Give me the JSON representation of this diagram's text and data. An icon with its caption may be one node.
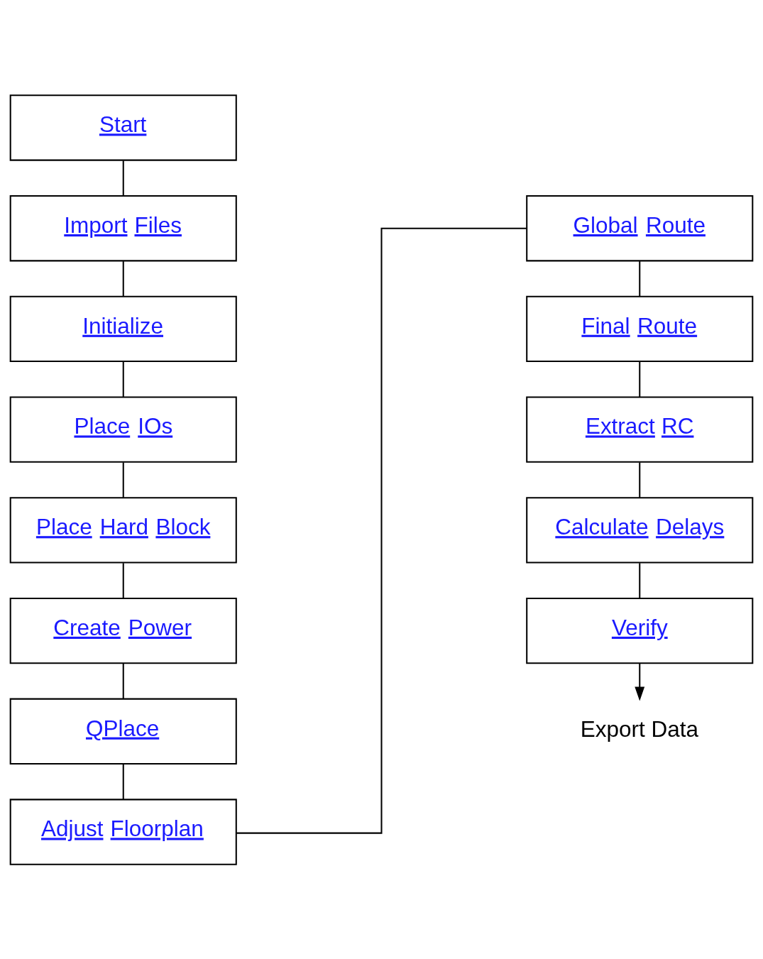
{
  "diagram": {
    "nodes": [
      {
        "text": [
          "Start"
        ]
      },
      {
        "text": [
          "Import Files"
        ]
      },
      {
        "text": [
          "Initialize"
        ]
      },
      {
        "text": [
          "Place IOs"
        ]
      },
      {
        "text": [
          "Place Hard Block"
        ]
      },
      {
        "text": [
          "Create Power"
        ]
      },
      {
        "text": [
          "QPlace"
        ]
      },
      {
        "text": [
          "Adjust Floorplan"
        ]
      },
      {
        "text": [
          "Global Route"
        ]
      },
      {
        "text": [
          "Final Route"
        ]
      },
      {
        "text": [
          "Extract RC"
        ]
      },
      {
        "text": [
          "Calculate Delays"
        ]
      },
      {
        "text": [
          "Verify"
        ]
      },
      {
        "text": [
          "Export Data"
        ]
      }
    ],
    "edges": [
      {
        "from": 0,
        "to": 1,
        "arrow": "none"
      },
      {
        "from": 1,
        "to": 2,
        "arrow": "none"
      },
      {
        "from": 2,
        "to": 3,
        "arrow": "none"
      },
      {
        "from": 3,
        "to": 4,
        "arrow": "none"
      },
      {
        "from": 4,
        "to": 5,
        "arrow": "none"
      },
      {
        "from": 5,
        "to": 6,
        "arrow": "none"
      },
      {
        "from": 6,
        "to": 7,
        "arrow": "none"
      },
      {
        "from": 7,
        "to": 8,
        "arrow": "none"
      },
      {
        "from": 8,
        "to": 9,
        "arrow": "none"
      },
      {
        "from": 9,
        "to": 10,
        "arrow": "none"
      },
      {
        "from": 10,
        "to": 11,
        "arrow": "none"
      },
      {
        "from": 11,
        "to": 12,
        "arrow": "none"
      },
      {
        "from": 12,
        "to": 13,
        "arrow": "to"
      }
    ]
  }
}
